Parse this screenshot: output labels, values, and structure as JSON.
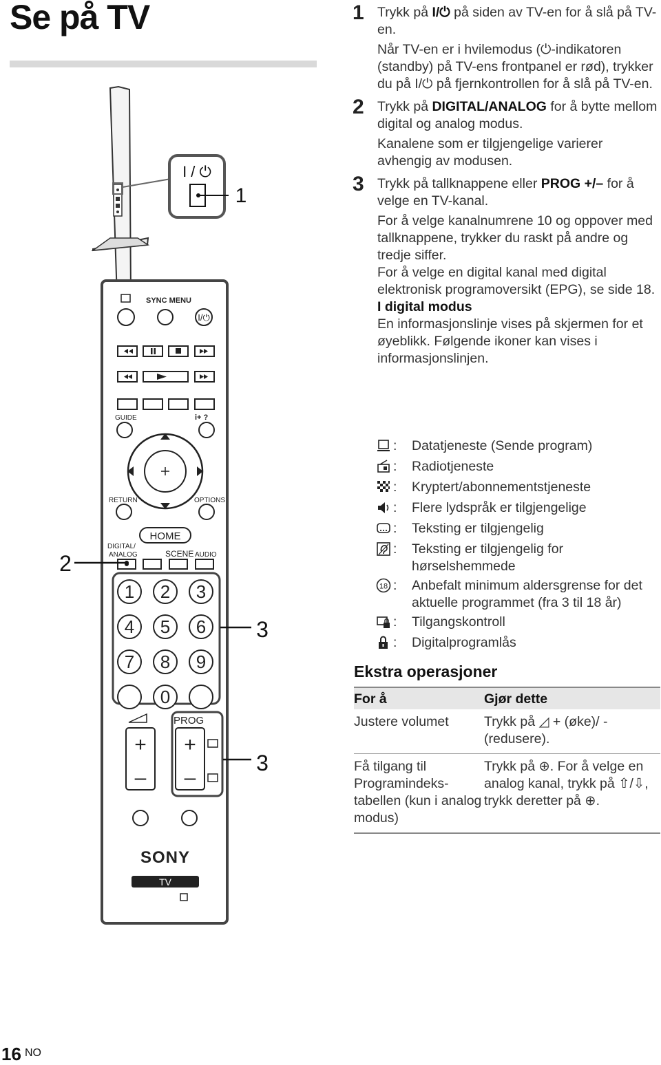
{
  "page": {
    "title": "Se på TV",
    "page_number": "16",
    "page_lang": "NO"
  },
  "steps": [
    {
      "num": "1",
      "main_a": "Trykk på ",
      "main_symbol": "I/⏻",
      "main_b": " på siden av TV-en for å slå på TV-en.",
      "sub": "Når TV-en er i hvilemodus (⏻-indikatoren (standby) på TV-ens frontpanel er rød), trykker du på I/⏻ på fjernkontrollen for å slå på TV-en."
    },
    {
      "num": "2",
      "main_a": "Trykk på ",
      "main_bold": "DIGITAL/ANALOG",
      "main_b": " for å bytte mellom digital og analog modus.",
      "sub": "Kanalene som er tilgjengelige varierer avhengig av modusen."
    },
    {
      "num": "3",
      "main_a": "Trykk på tallknappene eller ",
      "main_bold": "PROG +/–",
      "main_b": " for å velge en TV-kanal.",
      "sub1": "For å velge kanalnumrene 10 og oppover med tallknappene, trykker du raskt på andre og tredje siffer.",
      "sub2": "For å velge en digital kanal med digital elektronisk programoversikt (EPG), se side 18.",
      "digital_heading": "I digital modus",
      "digital_text": "En informasjonslinje vises på skjermen for et øyeblikk. Følgende ikoner kan vises i informasjonslinjen."
    }
  ],
  "icon_list": [
    {
      "icon": "data-service-icon",
      "colon": ":",
      "text": "Datatjeneste (Sende program)"
    },
    {
      "icon": "radio-icon",
      "colon": ":",
      "text": "Radiotjeneste"
    },
    {
      "icon": "scrambled-icon",
      "colon": ":",
      "text": "Kryptert/abonnementstjeneste"
    },
    {
      "icon": "audio-language-icon",
      "colon": ":",
      "text": "Flere lydspråk er tilgjengelige"
    },
    {
      "icon": "subtitles-icon",
      "colon": ":",
      "text": "Teksting er tilgjengelig"
    },
    {
      "icon": "hearing-impaired-icon",
      "colon": ":",
      "text": "Teksting er tilgjengelig for hørselshemmede"
    },
    {
      "icon": "age-rating-icon",
      "colon": ":",
      "text": "Anbefalt minimum aldersgrense for det aktuelle programmet (fra 3 til 18 år)"
    },
    {
      "icon": "parental-lock-icon",
      "colon": ":",
      "text": "Tilgangskontroll"
    },
    {
      "icon": "program-lock-icon",
      "colon": ":",
      "text": "Digitalprogramlås"
    }
  ],
  "extra": {
    "title": "Ekstra operasjoner",
    "col1": "For å",
    "col2": "Gjør dette",
    "rows": [
      {
        "c1": "Justere volumet",
        "c2": "Trykk på ◿ + (øke)/ - (redusere)."
      },
      {
        "c1": "Få tilgang til Programindeks-tabellen (kun i analog modus)",
        "c2": "Trykk på ⊕. For å velge en analog kanal, trykk på ⇧/⇩, trykk deretter på ⊕."
      }
    ]
  },
  "diagram": {
    "tv_power_label": "I / ⏻",
    "callout_1": "1",
    "callout_2": "2",
    "callout_3a": "3",
    "callout_3b": "3",
    "remote": {
      "sync_menu": "SYNC MENU",
      "power": "I/⏻",
      "guide": "GUIDE",
      "info": "i+ ?",
      "return": "RETURN",
      "options": "OPTIONS",
      "home": "HOME",
      "digital_analog": "DIGITAL/ ANALOG",
      "scene": "SCENE",
      "audio": "AUDIO",
      "digits": [
        "1",
        "2",
        "3",
        "4",
        "5",
        "6",
        "7",
        "8",
        "9",
        "0"
      ],
      "prog": "PROG",
      "plus": "+",
      "minus": "–",
      "brand": "SONY",
      "tv": "TV"
    }
  }
}
